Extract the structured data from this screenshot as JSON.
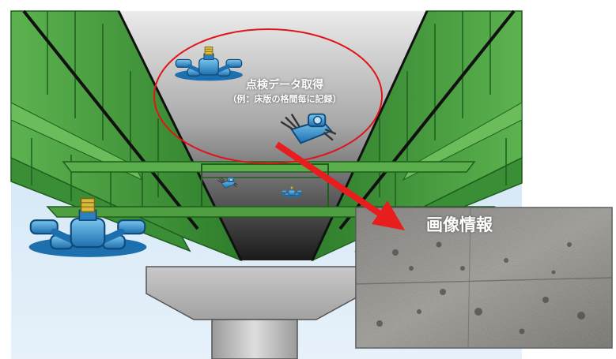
{
  "annotation": {
    "title": "点検データ取得",
    "subtitle": "（例：床版の格間毎に記録）"
  },
  "photo": {
    "label": "画像情報"
  },
  "colors": {
    "girder_green": "#3d9a3a",
    "girder_dark": "#1f5e1f",
    "ellipse_red": "#e0151a",
    "arrow_red": "#e81e1e",
    "drone_blue": "#2f8fcf",
    "concrete": "#8c8c8c"
  },
  "icons": [
    "drone-icon"
  ]
}
